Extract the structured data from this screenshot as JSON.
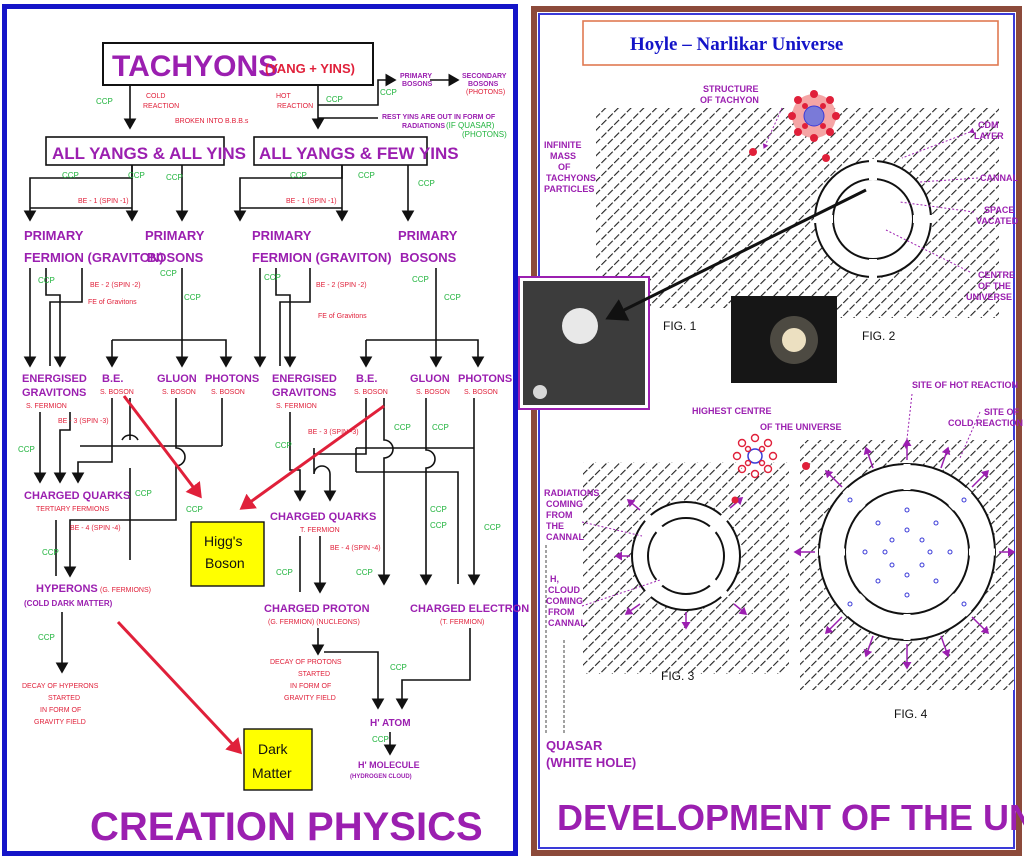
{
  "left": {
    "title": "CREATION PHYSICS",
    "top_box": {
      "main": "TACHYONS",
      "sub": "(YANG + YINS)"
    },
    "ccp": "CCP",
    "cold_reaction": [
      "COLD",
      "REACTION"
    ],
    "hot_reaction": [
      "HOT",
      "REACTION"
    ],
    "broken": "BROKEN INTO B.B.B.s",
    "primary_bosons_top": [
      "PRIMARY",
      "BOSONS"
    ],
    "secondary_bosons": [
      "SECONDARY",
      "BOSONS",
      "(PHOTONS)"
    ],
    "rest_yins": [
      "REST YINS ARE OUT IN FORM OF",
      "RADIATIONS",
      "(IF QUASAR)",
      "(PHOTONS)"
    ],
    "box_left": "ALL YANGS & ALL YINS",
    "box_right": "ALL YANGS & FEW YINS",
    "be1": "BE - 1 (SPIN -1)",
    "primary_fermion": [
      "PRIMARY",
      "FERMION (GRAVITON)"
    ],
    "primary_bosons": [
      "PRIMARY",
      "BOSONS"
    ],
    "be2": "BE - 2 (SPIN -2)",
    "fe_gravitons": "FE of Gravitons",
    "energised": [
      "ENERGISED",
      "GRAVITONS"
    ],
    "s_fermion": "S. FERMION",
    "be_label": "B.E.",
    "s_boson": "S. BOSON",
    "gluon": "GLUON",
    "photons": "PHOTONS",
    "be3": "BE - 3 (SPIN -3)",
    "charged_quarks": "CHARGED QUARKS",
    "tertiary": "TERTIARY FERMIONS",
    "t_fermion": "T. FERMION",
    "be4": "BE - 4 (SPIN -4)",
    "higgs": [
      "Higg's",
      "Boson"
    ],
    "hyperons": "HYPERONS",
    "hyperons_sub": "(G. FERMIONS)",
    "cold_dark": "(COLD DARK MATTER)",
    "charged_proton": "CHARGED PROTON",
    "proton_sub": "(G. FERMION)  (NUCLEONS)",
    "charged_electron": "CHARGED ELECTRON",
    "electron_sub": "(T. FERMION)",
    "decay_hyperons": [
      "DECAY OF HYPERONS",
      "STARTED",
      "IN FORM OF",
      "GRAVITY FIELD"
    ],
    "decay_protons": [
      "DECAY OF PROTONS",
      "STARTED",
      "IN FORM OF",
      "GRAVITY FIELD"
    ],
    "dark_matter": [
      "Dark",
      "Matter"
    ],
    "h_atom": "H' ATOM",
    "h_molecule": "H' MOLECULE",
    "hydrogen_cloud": "(HYDROGEN CLOUD)"
  },
  "right": {
    "header": "Hoyle – Narlikar  Universe",
    "title": "DEVELOPMENT OF THE UNIVERSE",
    "structure": [
      "STRUCTURE",
      "OF TACHYON"
    ],
    "infinite": [
      "INFINITE",
      "MASS",
      "OF",
      "TACHYONS",
      "PARTICLES"
    ],
    "cdm": [
      "CDM",
      "LAYER"
    ],
    "cannal": "CANNAL",
    "space": [
      "SPACE",
      "VACATED"
    ],
    "centre": [
      "CENTRE",
      "OF THE",
      "UNIVERSE"
    ],
    "fig1": "FIG. 1",
    "fig2": "FIG. 2",
    "fig3": "FIG. 3",
    "fig4": "FIG. 4",
    "highest": [
      "HIGHEST CENTRE",
      "OF THE UNIVERSE"
    ],
    "site_hot": "SITE OF HOT REACTION",
    "site_cold": [
      "SITE OF",
      "COLD REACTION"
    ],
    "radiations": [
      "RADIATIONS",
      "COMING",
      "FROM",
      "THE",
      "CANNAL"
    ],
    "h_cloud": [
      "H,",
      "CLOUD",
      "COMING",
      "FROM",
      "CANNAL"
    ],
    "quasar": [
      "QUASAR",
      "(WHITE HOLE)"
    ]
  },
  "colors": {
    "purple": "#9b1fb0",
    "red": "#e0203a",
    "green": "#1fb33c",
    "blue": "#1414c8",
    "yellow": "#ffff00"
  }
}
